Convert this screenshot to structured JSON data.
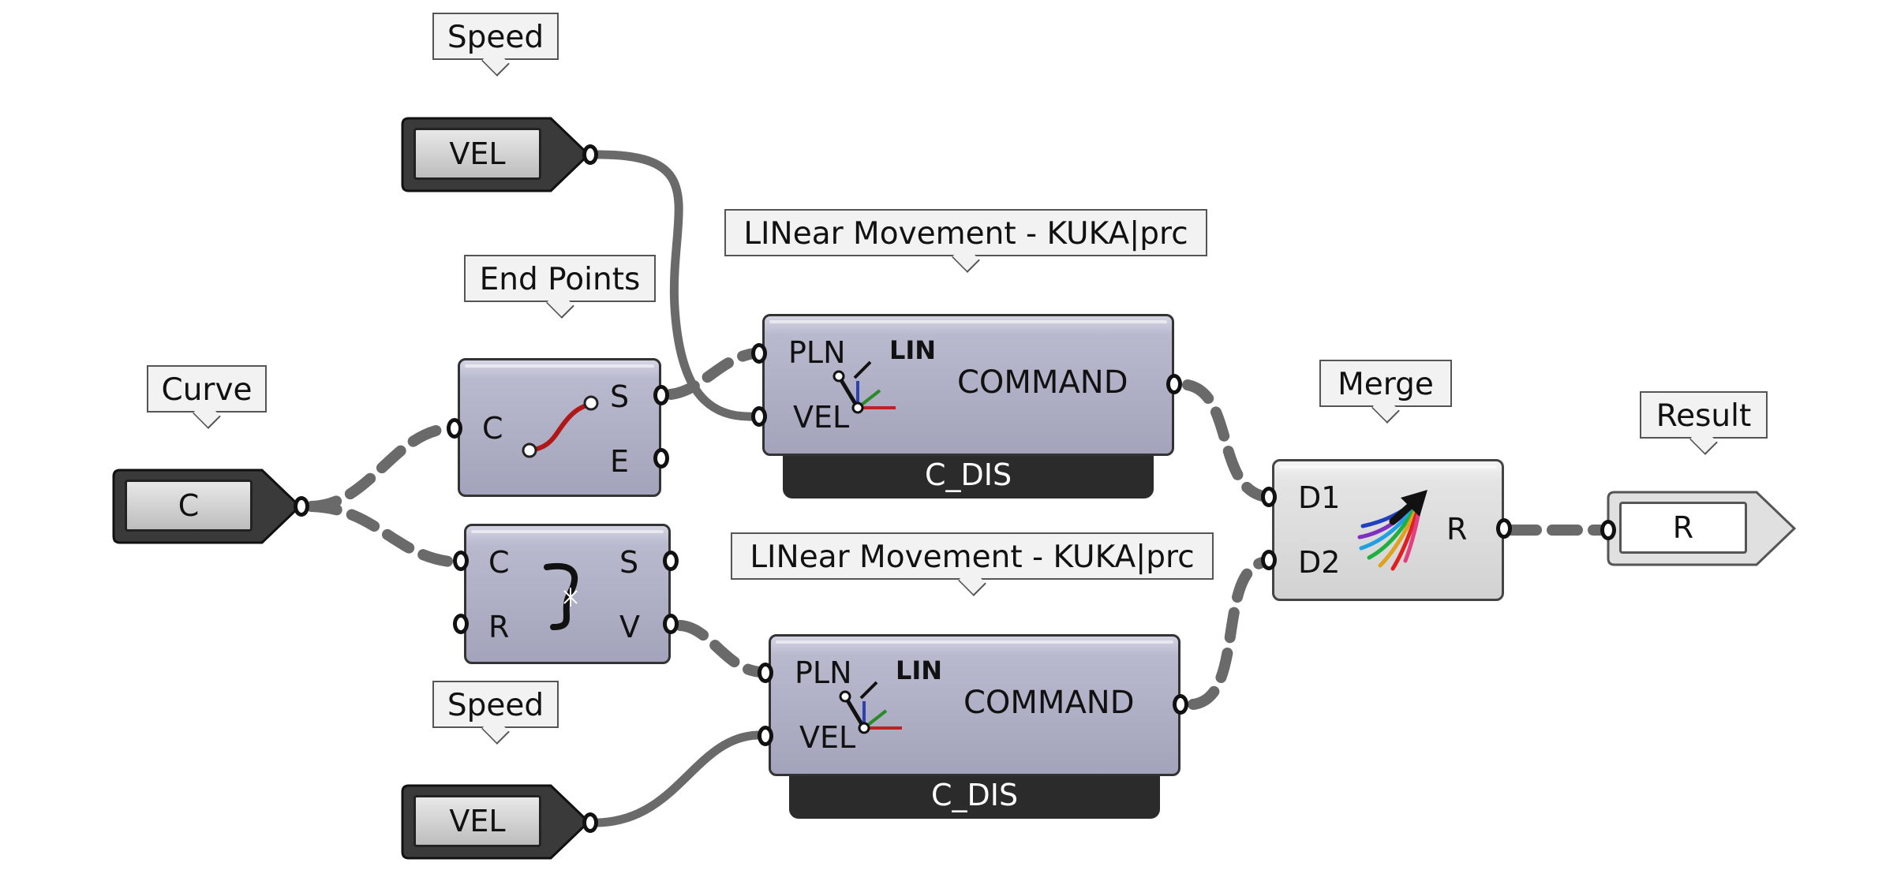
{
  "tags": {
    "speed_top": "Speed",
    "end_points": "End Points",
    "curve": "Curve",
    "lin_top": "LINear Movement - KUKA|prc",
    "lin_bottom": "LINear Movement - KUKA|prc",
    "speed_bottom": "Speed",
    "merge": "Merge",
    "result": "Result"
  },
  "params": {
    "vel_top": "VEL",
    "curve": "C",
    "vel_bottom": "VEL",
    "result": "R"
  },
  "end_points": {
    "in_c": "C",
    "out_s": "S",
    "out_e": "E"
  },
  "seam": {
    "in_c": "C",
    "in_r": "R",
    "out_s": "S",
    "out_v": "V"
  },
  "lin_top": {
    "in_pln": "PLN",
    "in_vel": "VEL",
    "out": "COMMAND",
    "icon_text": "LIN",
    "footer": "C_DIS"
  },
  "lin_bottom": {
    "in_pln": "PLN",
    "in_vel": "VEL",
    "out": "COMMAND",
    "icon_text": "LIN",
    "footer": "C_DIS"
  },
  "merge": {
    "in_d1": "D1",
    "in_d2": "D2",
    "out_r": "R"
  },
  "icons": {
    "end_points": "curve-endpoints-icon",
    "seam": "curve-seam-icon",
    "lin": "lin-movement-icon",
    "merge": "merge-arrow-icon"
  },
  "colors": {
    "wire": "#6a6a6a",
    "component": "#a8a8c0",
    "dark_bar": "#2b2b2b"
  }
}
